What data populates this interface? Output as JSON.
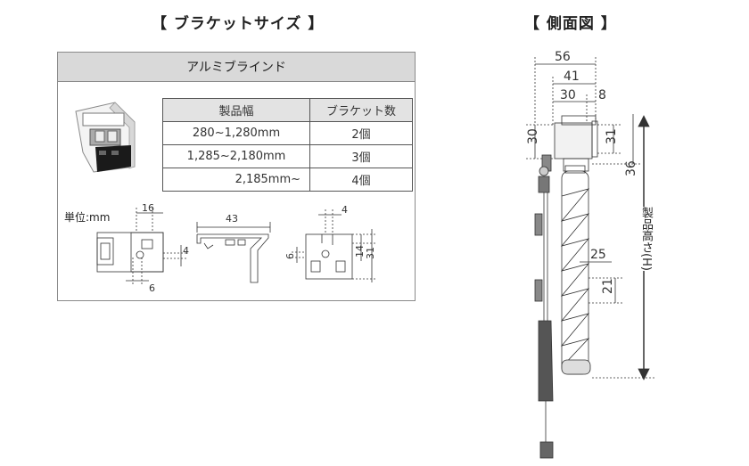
{
  "titles": {
    "bracket_size": "【 ブラケットサイズ 】",
    "side_view": "【 側面図 】"
  },
  "panel": {
    "header": "アルミブラインド",
    "table": {
      "headers": [
        "製品幅",
        "ブラケット数"
      ],
      "rows": [
        {
          "width": "280~1,280mm",
          "count": "2個"
        },
        {
          "width": "1,285~2,180mm",
          "count": "3個"
        },
        {
          "width": "2,185mm~",
          "count": "4個"
        }
      ]
    },
    "unit_label": "単位:mm",
    "bracket_dims": {
      "front_top": "16",
      "front_side": "4",
      "front_bottom": "6",
      "mid_top": "43",
      "right_top": "4",
      "right_left": "6",
      "right_mid": "14",
      "right_far": "31"
    }
  },
  "side_view": {
    "dim_56": "56",
    "dim_41": "41",
    "dim_30_top": "30",
    "dim_8": "8",
    "dim_30_left": "30",
    "dim_31": "31",
    "dim_36": "36",
    "dim_25": "25",
    "dim_21": "21",
    "height_label": "製品高さ(H)"
  },
  "colors": {
    "line": "#333333",
    "header_bg": "#d9d9d9",
    "table_header_bg": "#e3e3e3"
  }
}
